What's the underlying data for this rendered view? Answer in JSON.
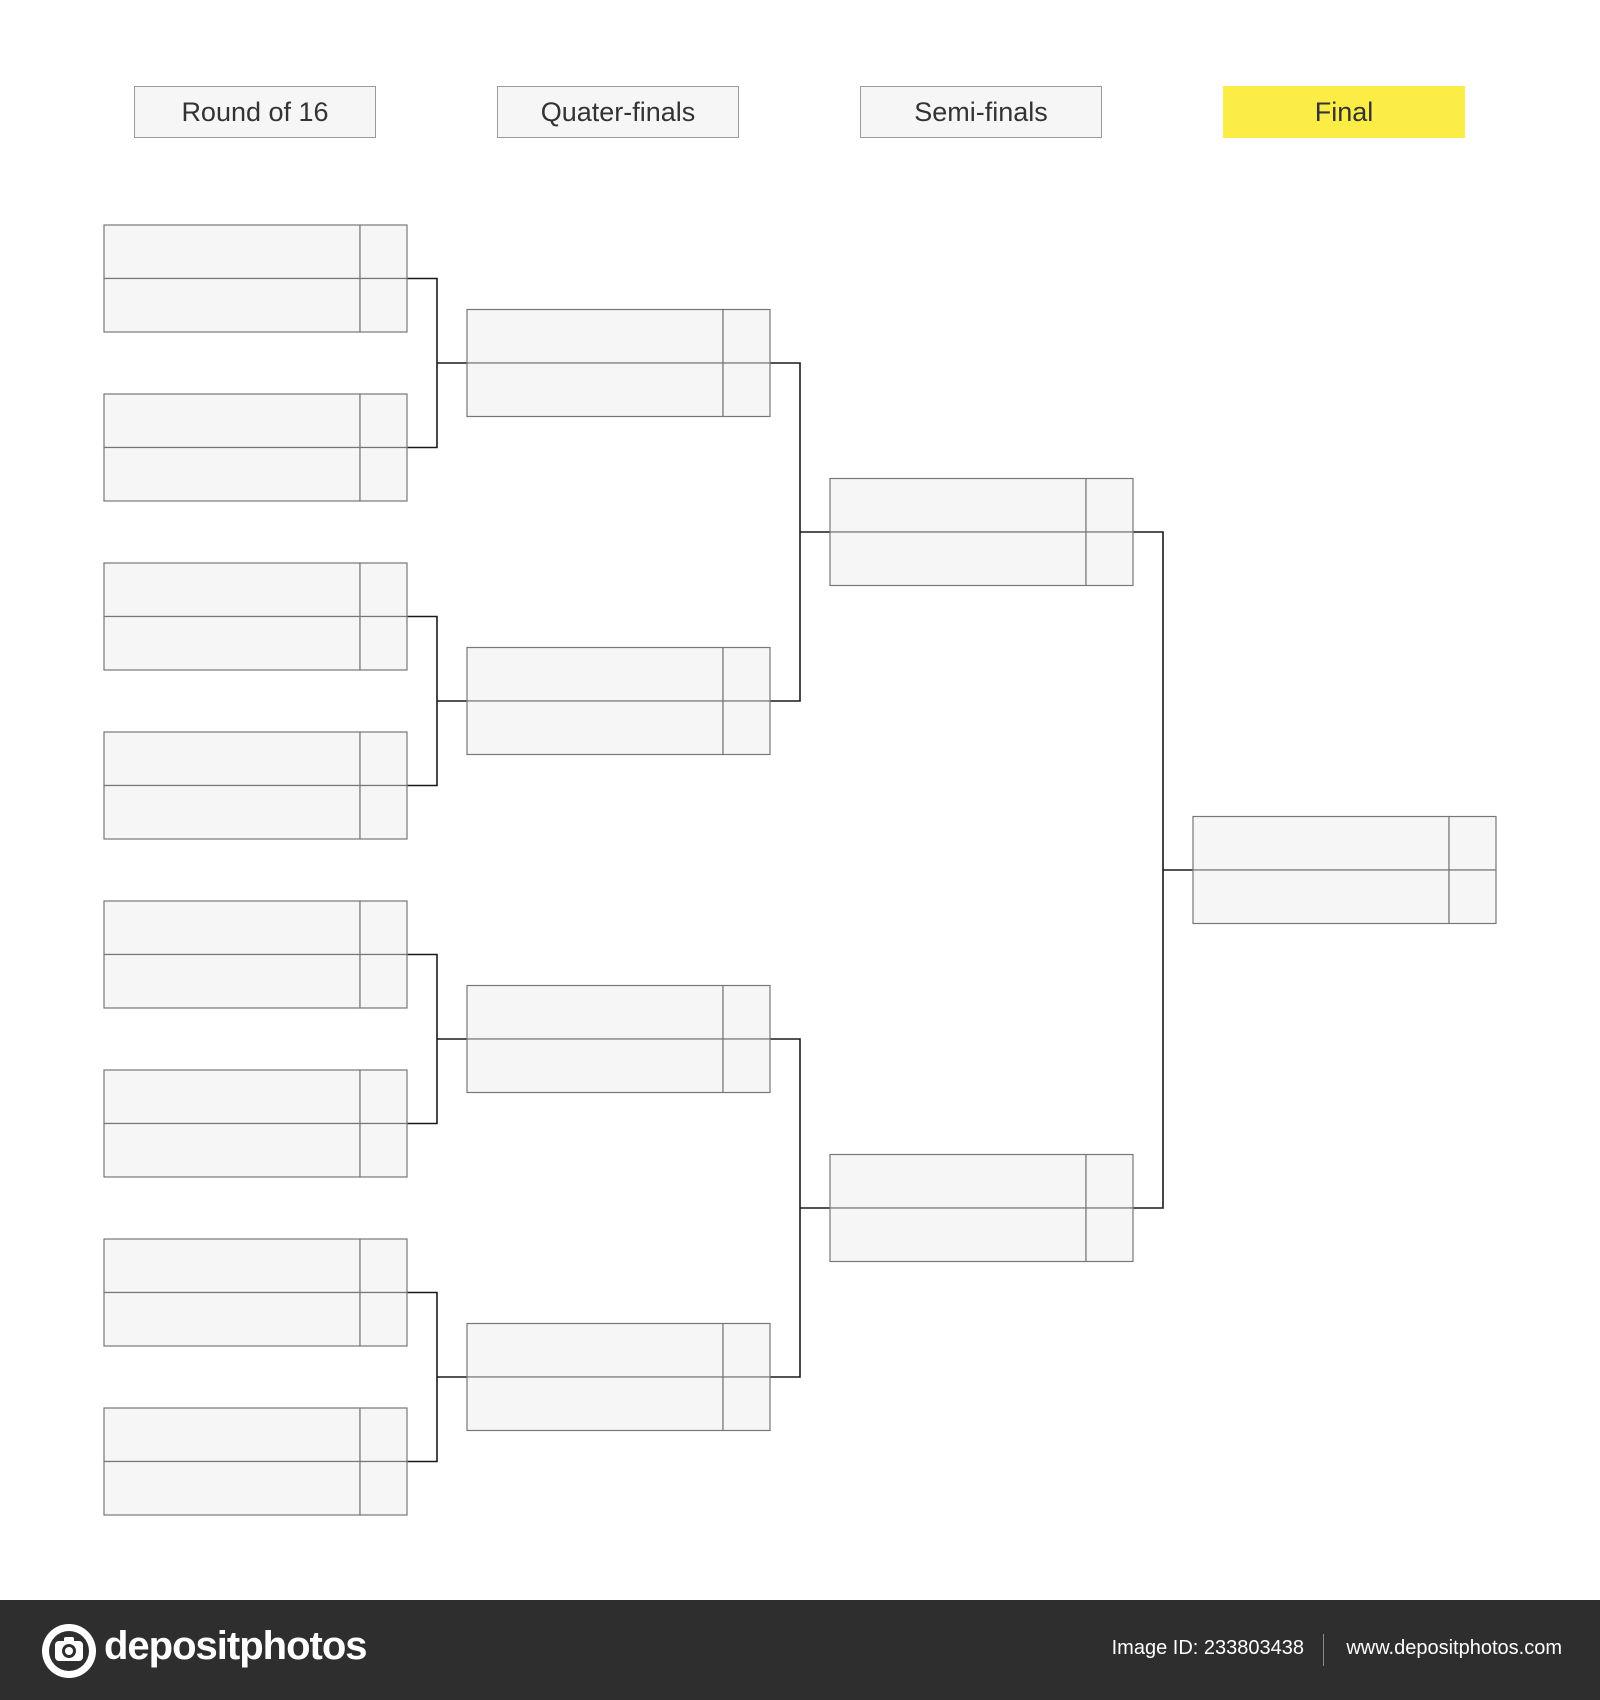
{
  "rounds": [
    {
      "key": "r16",
      "label": "Round of 16",
      "matches": 8
    },
    {
      "key": "qf",
      "label": "Quater-finals",
      "matches": 4
    },
    {
      "key": "sf",
      "label": "Semi-finals",
      "matches": 2
    },
    {
      "key": "f",
      "label": "Final",
      "matches": 1
    }
  ],
  "colors": {
    "final_header": "#fbec46",
    "header_bg": "#f6f6f6",
    "slot_bg": "#f6f6f6",
    "slot_border": "#777777",
    "connector": "#1a1a1a",
    "footer_bg": "#2e2e2e"
  },
  "footer": {
    "logo_text": "depositphotos",
    "logo_icon": "camera-icon",
    "image_id": "Image ID: 233803438",
    "site_url": "www.depositphotos.com"
  }
}
